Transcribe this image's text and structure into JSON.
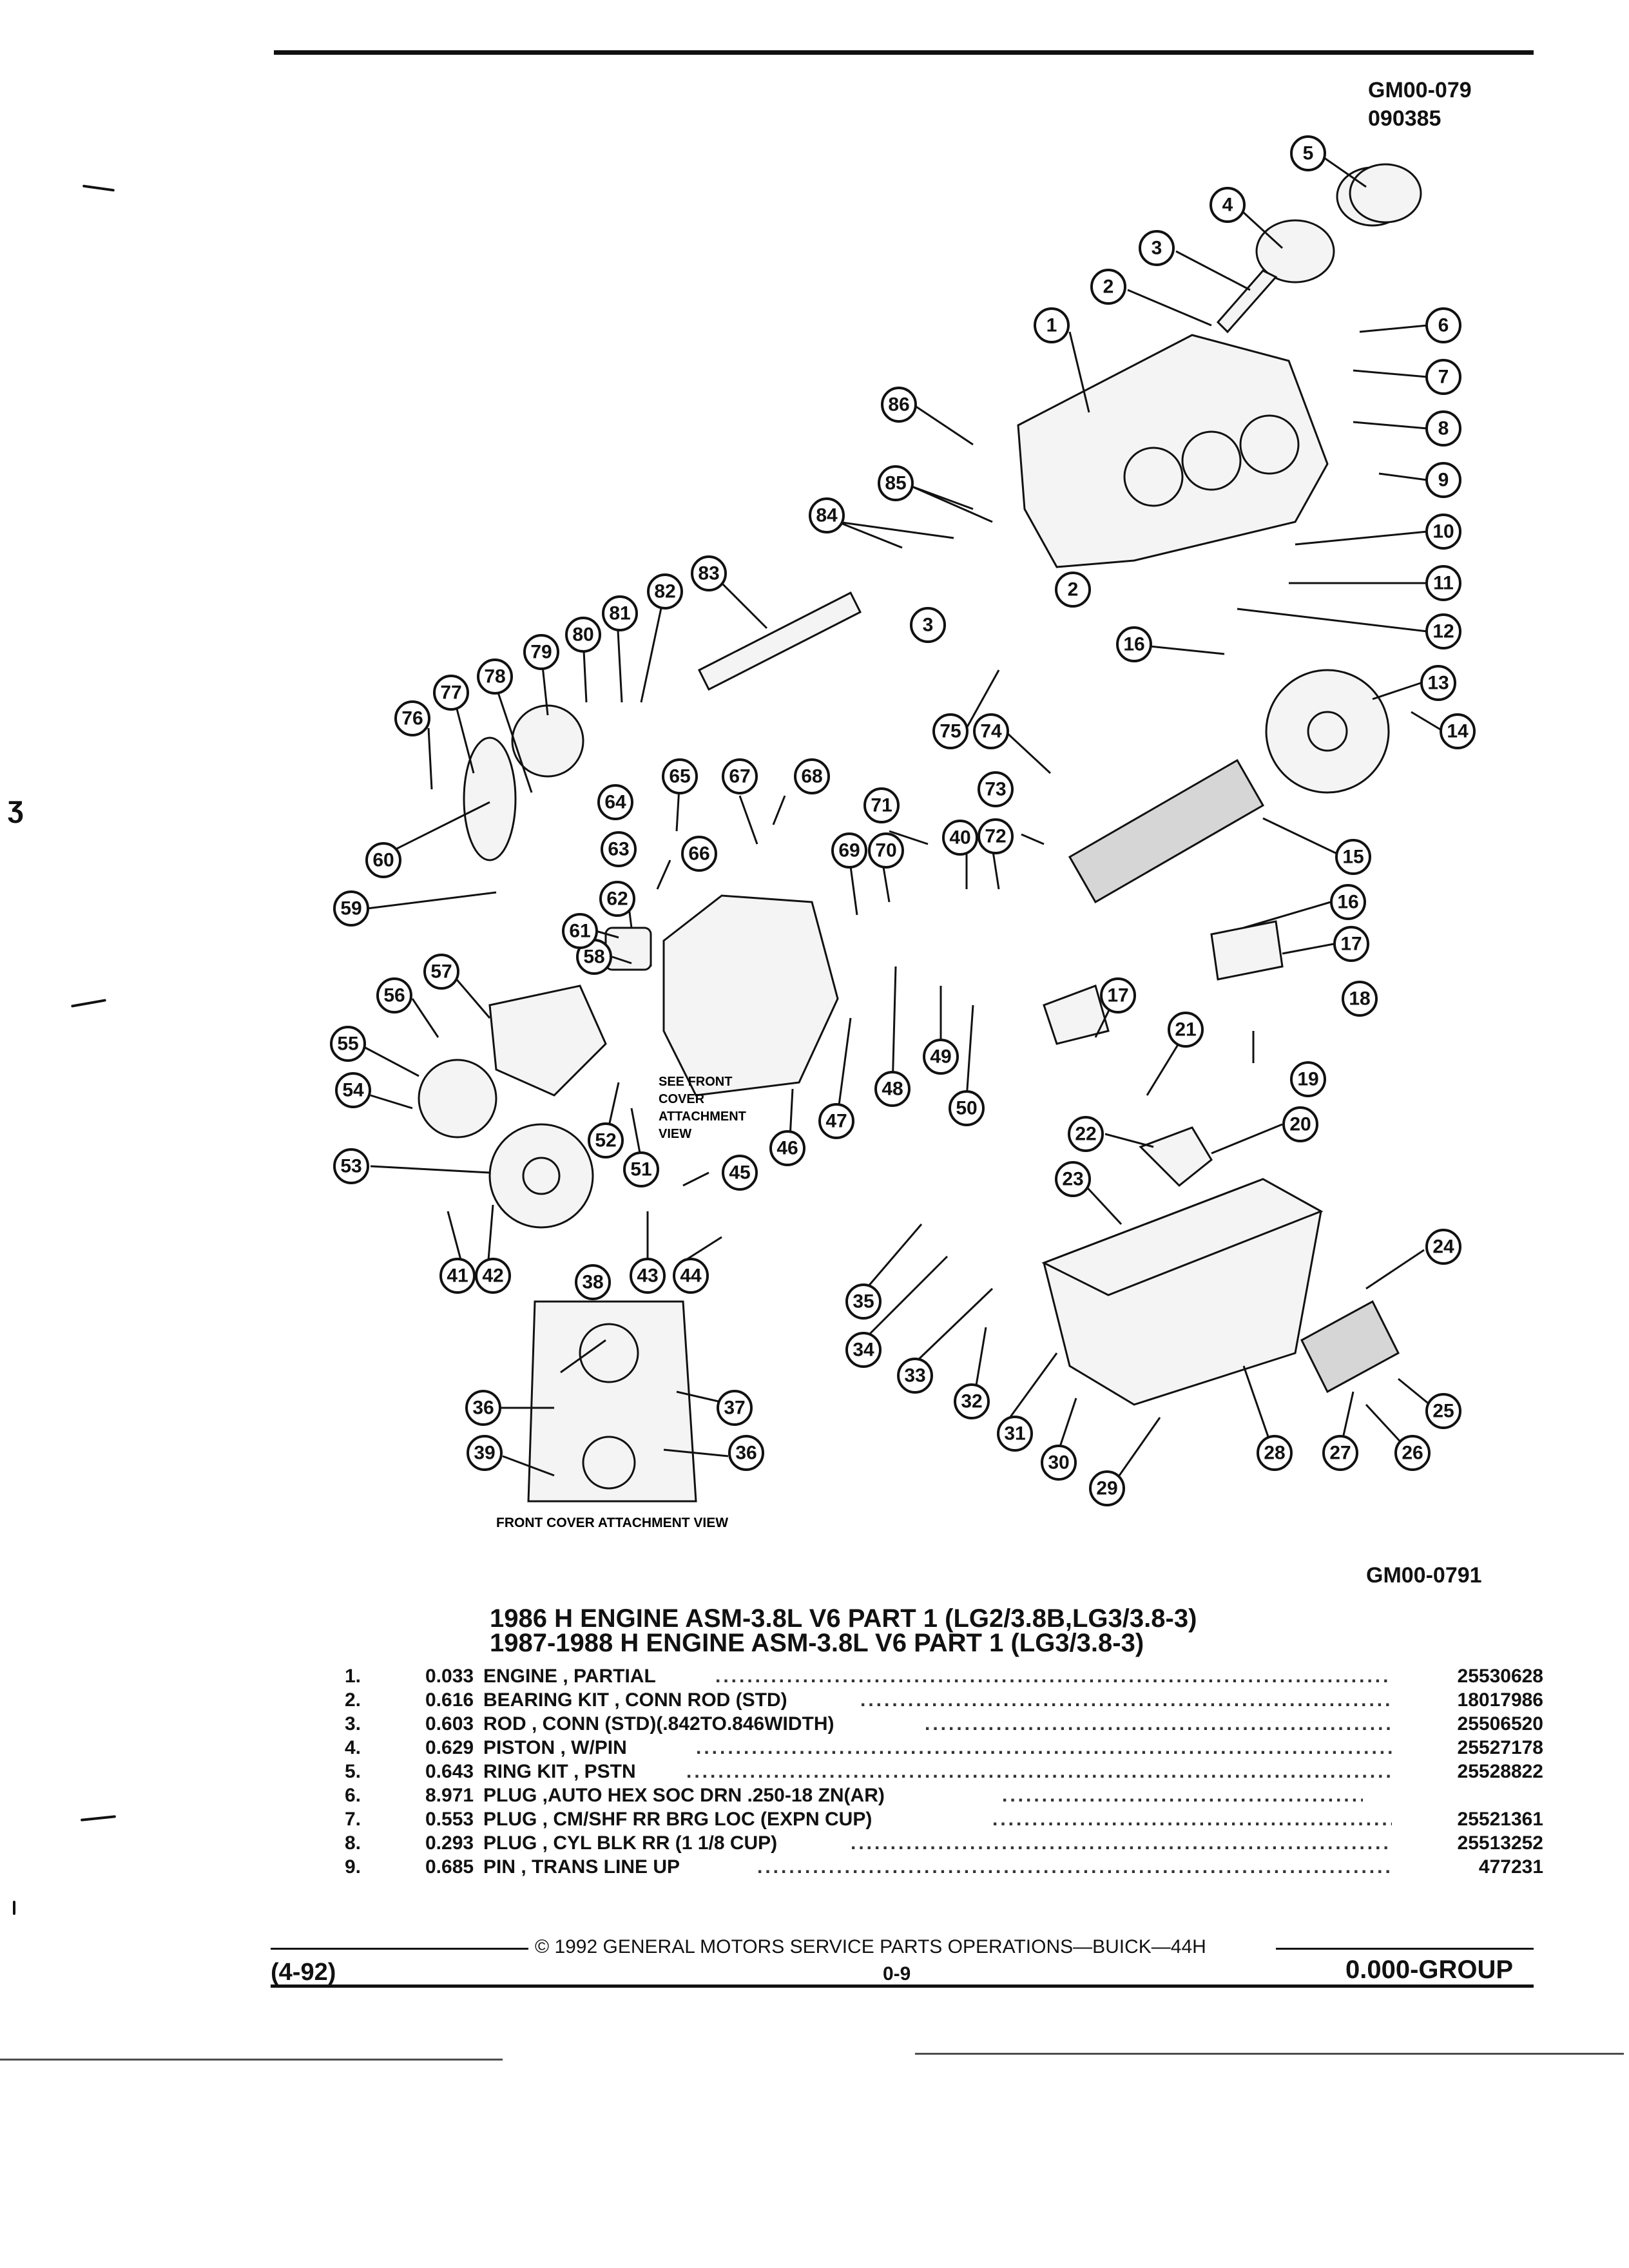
{
  "header": {
    "ref_top_1": "GM00-079",
    "ref_top_2": "090385"
  },
  "diagram": {
    "callouts": [
      "1",
      "2",
      "2",
      "3",
      "3",
      "4",
      "5",
      "6",
      "7",
      "8",
      "9",
      "10",
      "11",
      "12",
      "13",
      "14",
      "15",
      "16",
      "16",
      "17",
      "17",
      "18",
      "19",
      "20",
      "21",
      "22",
      "23",
      "24",
      "25",
      "26",
      "27",
      "28",
      "29",
      "30",
      "31",
      "32",
      "33",
      "34",
      "35",
      "36",
      "36",
      "37",
      "38",
      "39",
      "40",
      "41",
      "42",
      "43",
      "44",
      "45",
      "46",
      "47",
      "48",
      "49",
      "50",
      "51",
      "52",
      "53",
      "54",
      "55",
      "56",
      "57",
      "58",
      "59",
      "60",
      "61",
      "62",
      "63",
      "64",
      "65",
      "66",
      "67",
      "68",
      "69",
      "70",
      "71",
      "72",
      "73",
      "74",
      "75",
      "76",
      "77",
      "78",
      "79",
      "80",
      "81",
      "82",
      "83",
      "84",
      "85",
      "86"
    ],
    "note_front_cover": [
      "SEE FRONT",
      "COVER",
      "ATTACHMENT",
      "VIEW"
    ],
    "inset_caption": "FRONT COVER ATTACHMENT VIEW",
    "ref_bottom": "GM00-0791"
  },
  "titles": {
    "line1": "1986 H ENGINE ASM-3.8L V6 PART 1 (LG2/3.8B,LG3/3.8-3)",
    "line2": "1987-1988 H ENGINE ASM-3.8L V6 PART 1 (LG3/3.8-3)"
  },
  "parts": [
    {
      "num": "1.",
      "code": "0.033",
      "desc": "ENGINE , PARTIAL",
      "part_no": "25530628"
    },
    {
      "num": "2.",
      "code": "0.616",
      "desc": "BEARING KIT , CONN ROD (STD)",
      "part_no": "18017986"
    },
    {
      "num": "3.",
      "code": "0.603",
      "desc": "ROD , CONN (STD)(.842TO.846WIDTH)",
      "part_no": "25506520"
    },
    {
      "num": "4.",
      "code": "0.629",
      "desc": "PISTON , W/PIN",
      "part_no": "25527178"
    },
    {
      "num": "5.",
      "code": "0.643",
      "desc": "RING KIT , PSTN",
      "part_no": "25528822"
    },
    {
      "num": "6.",
      "code": "8.971",
      "desc": "PLUG ,AUTO HEX SOC DRN .250-18 ZN(AR)",
      "part_no": ""
    },
    {
      "num": "7.",
      "code": "0.553",
      "desc": "PLUG , CM/SHF RR BRG LOC (EXPN CUP)",
      "part_no": "25521361"
    },
    {
      "num": "8.",
      "code": "0.293",
      "desc": "PLUG , CYL BLK RR (1 1/8 CUP)",
      "part_no": "25513252"
    },
    {
      "num": "9.",
      "code": "0.685",
      "desc": "PIN , TRANS LINE UP",
      "part_no": "477231"
    }
  ],
  "footer": {
    "copyright": "© 1992 GENERAL MOTORS SERVICE PARTS OPERATIONS—BUICK—44H",
    "date": "(4-92)",
    "page": "0-9",
    "group": "0.000-GROUP"
  },
  "margin_glyph": "ʒ"
}
